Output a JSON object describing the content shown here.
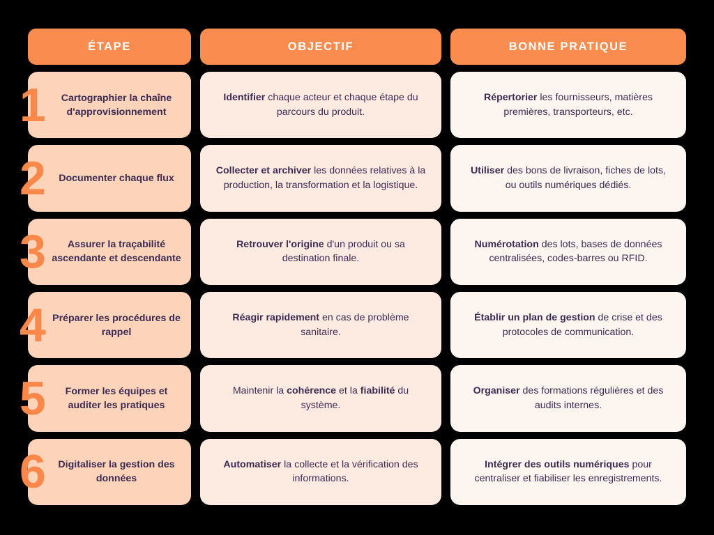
{
  "theme": {
    "background": "#000000",
    "header_bg": "#FB8C50",
    "header_text": "#FFFFFF",
    "step_card_bg": "#FDD3BA",
    "objective_card_bg": "#FDEAE1",
    "practice_card_bg": "#FDF5F0",
    "body_text": "#3B2B52",
    "number_color": "#F9884A"
  },
  "headers": [
    {
      "label": "ÉTAPE"
    },
    {
      "label": "OBJECTIF"
    },
    {
      "label": "BONNE PRATIQUE"
    }
  ],
  "rows": [
    {
      "number": "1",
      "step": "Cartographier la chaîne d'approvisionnement",
      "objective_html": "<b>Identifier</b> chaque acteur et chaque étape du parcours du produit.",
      "objective_text": "Identifier chaque acteur et chaque étape du parcours du produit.",
      "practice_html": "<b>Répertorier</b> les fournisseurs, matières premières, transporteurs, etc.",
      "practice_text": "Répertorier les fournisseurs, matières premières, transporteurs, etc."
    },
    {
      "number": "2",
      "step": "Documenter chaque flux",
      "objective_html": "<b>Collecter et archiver</b> les données relatives à la production, la transformation et la logistique.",
      "objective_text": "Collecter et archiver les données relatives à la production, la transformation et la logistique.",
      "practice_html": "<b>Utiliser</b> des bons de livraison, fiches de lots, ou outils numériques dédiés.",
      "practice_text": "Utiliser des bons de livraison, fiches de lots, ou outils numériques dédiés."
    },
    {
      "number": "3",
      "step": "Assurer la traçabilité ascendante et descendante",
      "objective_html": "<b>Retrouver l'origine</b> d'un produit ou sa destination finale.",
      "objective_text": "Retrouver l'origine d'un produit ou sa destination finale.",
      "practice_html": "<b>Numérotation</b> des lots, bases de données centralisées, codes-barres ou RFID.",
      "practice_text": "Numérotation des lots, bases de données centralisées, codes-barres ou RFID."
    },
    {
      "number": "4",
      "step": "Préparer les procédures de rappel",
      "objective_html": "<b>Réagir rapidement</b> en cas de problème sanitaire.",
      "objective_text": "Réagir rapidement en cas de problème sanitaire.",
      "practice_html": "<b>Établir un plan de gestion</b> de crise et des protocoles de communication.",
      "practice_text": "Établir un plan de gestion de crise et des protocoles de communication."
    },
    {
      "number": "5",
      "step": "Former les équipes et auditer les pratiques",
      "objective_html": "Maintenir la <b>cohérence</b> et la <b>fiabilité</b> du système.",
      "objective_text": "Maintenir la cohérence et la fiabilité du système.",
      "practice_html": "<b>Organiser</b> des formations régulières et des audits internes.",
      "practice_text": "Organiser des formations régulières et des audits internes."
    },
    {
      "number": "6",
      "step": "Digitaliser la gestion des données",
      "objective_html": "<b>Automatiser</b> la collecte et la vérification des informations.",
      "objective_text": "Automatiser la collecte et la vérification des informations.",
      "practice_html": "<b>Intégrer des outils numériques</b> pour centraliser et fiabiliser les enregistrements.",
      "practice_text": "Intégrer des outils numériques pour centraliser et fiabiliser les enregistrements."
    }
  ]
}
